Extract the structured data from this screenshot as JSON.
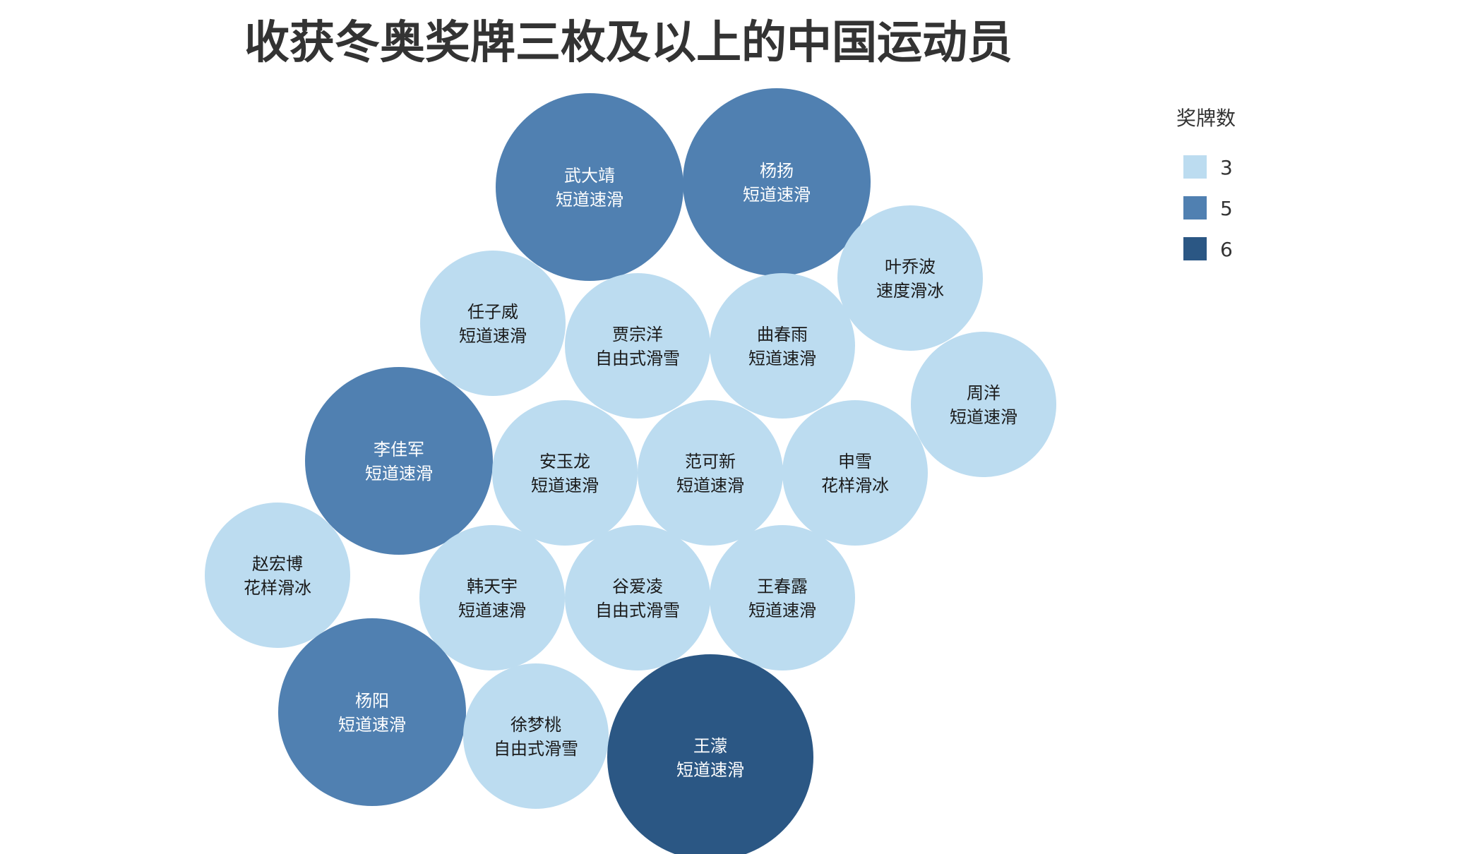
{
  "chart_data": {
    "type": "bubble",
    "title": "收获冬奥奖牌三枚及以上的中国运动员",
    "legend": {
      "title": "奖牌数",
      "placement": "right",
      "entries": [
        {
          "value": 3,
          "label": "3",
          "color": "#bcdcf0"
        },
        {
          "value": 5,
          "label": "5",
          "color": "#5080b1"
        },
        {
          "value": 6,
          "label": "6",
          "color": "#2b5784"
        }
      ]
    },
    "athletes": [
      {
        "name": "武大靖",
        "sport": "短道速滑",
        "medals": 5
      },
      {
        "name": "杨扬",
        "sport": "短道速滑",
        "medals": 5
      },
      {
        "name": "叶乔波",
        "sport": "速度滑冰",
        "medals": 3
      },
      {
        "name": "任子威",
        "sport": "短道速滑",
        "medals": 3
      },
      {
        "name": "贾宗洋",
        "sport": "自由式滑雪",
        "medals": 3
      },
      {
        "name": "曲春雨",
        "sport": "短道速滑",
        "medals": 3
      },
      {
        "name": "周洋",
        "sport": "短道速滑",
        "medals": 3
      },
      {
        "name": "李佳军",
        "sport": "短道速滑",
        "medals": 5
      },
      {
        "name": "安玉龙",
        "sport": "短道速滑",
        "medals": 3
      },
      {
        "name": "范可新",
        "sport": "短道速滑",
        "medals": 3
      },
      {
        "name": "申雪",
        "sport": "花样滑冰",
        "medals": 3
      },
      {
        "name": "赵宏博",
        "sport": "花样滑冰",
        "medals": 3
      },
      {
        "name": "韩天宇",
        "sport": "短道速滑",
        "medals": 3
      },
      {
        "name": "谷爱凌",
        "sport": "自由式滑雪",
        "medals": 3
      },
      {
        "name": "王春露",
        "sport": "短道速滑",
        "medals": 3
      },
      {
        "name": "杨阳",
        "sport": "短道速滑",
        "medals": 5
      },
      {
        "name": "徐梦桃",
        "sport": "自由式滑雪",
        "medals": 3
      },
      {
        "name": "王濛",
        "sport": "短道速滑",
        "medals": 6
      }
    ]
  }
}
